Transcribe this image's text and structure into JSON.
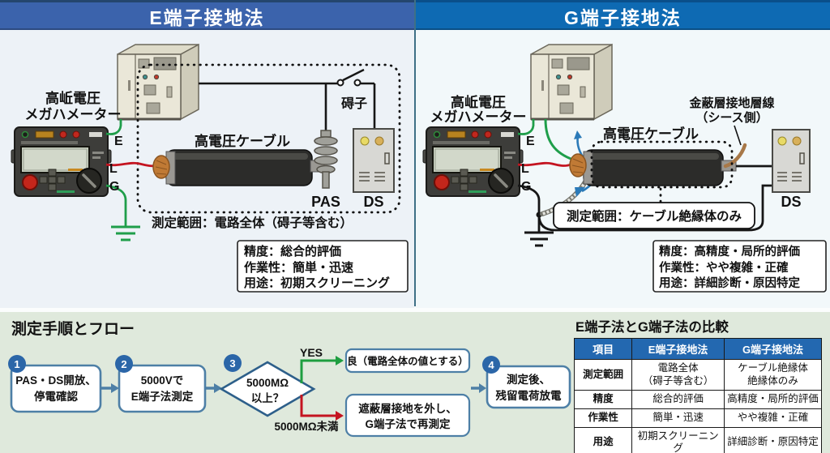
{
  "left_panel": {
    "title": "E端子接地法",
    "device_label_line1": "高岴電圧",
    "device_label_line2": "メガハメーター",
    "terminal_e": "E",
    "terminal_l": "L",
    "terminal_g": "G",
    "cable_label": "高電圧ケーブル",
    "insulator_label": "碍子",
    "pas_label": "PAS",
    "ds_label": "DS",
    "range_label": "測定範囲：電路全体（碍子等含む）",
    "info_lines": [
      "精度：総合的評価",
      "作業性：簡単・迅速",
      "用途：初期スクリーニング"
    ]
  },
  "right_panel": {
    "title": "G端子接地法",
    "device_label_line1": "高岴電圧",
    "device_label_line2": "メガハメーター",
    "terminal_e": "E",
    "terminal_l": "L",
    "terminal_g": "G",
    "cable_label": "高電圧ケーブル",
    "shield_label_line1": "金蔽層接地層線",
    "shield_label_line2": "（シース側）",
    "ds_label": "DS",
    "range_label": "測定範囲：ケーブル絶縁体のみ",
    "info_lines": [
      "精度：高精度・局所的評価",
      "作業性：やや複雑・正確",
      "用途：詳細診断・原因特定"
    ]
  },
  "flow": {
    "title": "測定手順とフロー",
    "step1_num": "1",
    "step1_line1": "PAS・DS開放、",
    "step1_line2": "停電確認",
    "step2_num": "2",
    "step2_line1": "5000Vで",
    "step2_line2": "E端子法測定",
    "step3_num": "3",
    "step3_line1": "5000MΩ",
    "step3_line2": "以上？",
    "step4_num": "4",
    "step4_line1": "測定後、",
    "step4_line2": "残留電荷放電",
    "yes_label": "YES",
    "no_label": "5000MΩ未満",
    "good_label": "良（電路全体の値とする）",
    "retest_line1": "遮蔽層接地を外し、",
    "retest_line2": "G端子法で再測定"
  },
  "table": {
    "title": "E端子法とG端子法の比較",
    "headers": [
      "項目",
      "E端子接地法",
      "G端子接地法"
    ],
    "rows": [
      {
        "item": "測定範囲",
        "e1": "電路全体",
        "e2": "（碍子等含む）",
        "g1": "ケーブル絶縁体",
        "g2": "絶縁体のみ"
      },
      {
        "item": "精度",
        "e1": "総合的評価",
        "e2": "",
        "g1": "高精度・局所的評価",
        "g2": ""
      },
      {
        "item": "作業性",
        "e1": "簡単・迅速",
        "e2": "",
        "g1": "やや複雑・正確",
        "g2": ""
      },
      {
        "item": "用途",
        "e1": "初期スクリーニング",
        "e2": "",
        "g1": "詳細診断・原因特定",
        "g2": ""
      }
    ]
  },
  "colors": {
    "header_left": "#3b63ac",
    "header_right": "#0e6ab3",
    "wire_green": "#1f9e4a",
    "wire_red": "#c41420",
    "flow_accent": "#4d7fa6",
    "arrow_green": "#1e9e40",
    "arrow_red": "#c41420",
    "table_header": "#2368b0",
    "bottom_bg": "#dfe9dc"
  }
}
